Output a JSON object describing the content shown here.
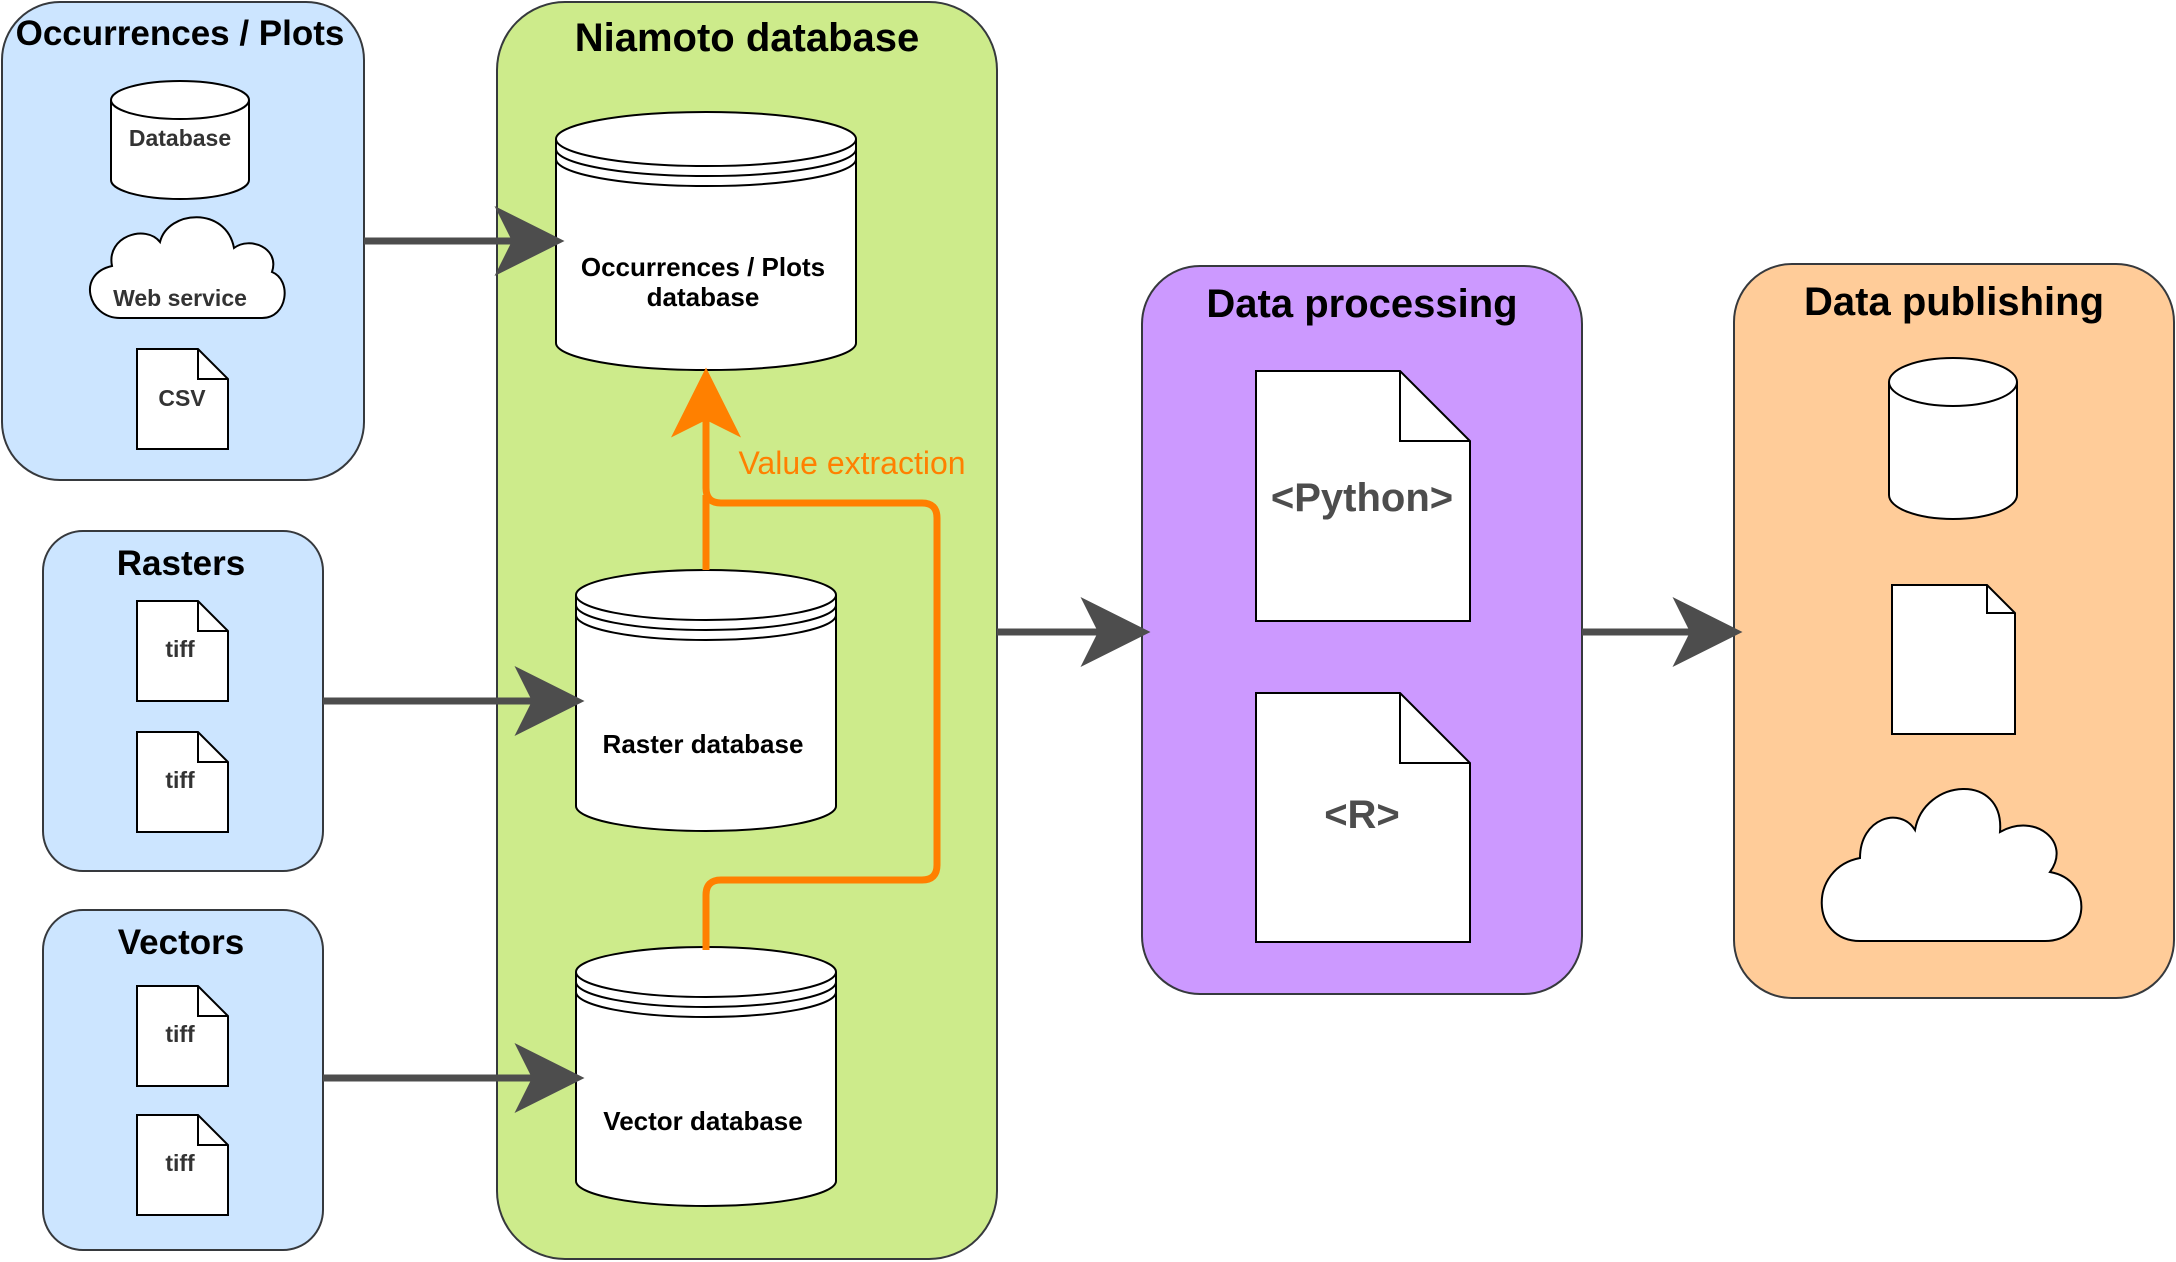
{
  "groups": {
    "occurrences": {
      "title": "Occurrences / Plots",
      "items": {
        "database": "Database",
        "web_service": "Web service",
        "csv": "CSV"
      }
    },
    "rasters": {
      "title": "Rasters",
      "files": [
        "tiff",
        "tiff"
      ]
    },
    "vectors": {
      "title": "Vectors",
      "files": [
        "tiff",
        "tiff"
      ]
    },
    "niamoto": {
      "title": "Niamoto database",
      "occ_db": [
        "Occurrences / Plots",
        "database"
      ],
      "raster_db": "Raster database",
      "vector_db": "Vector database",
      "value_extraction": "Value extraction"
    },
    "processing": {
      "title": "Data processing",
      "python": "<Python>",
      "r": "<R>"
    },
    "publishing": {
      "title": "Data publishing"
    }
  },
  "colors": {
    "source_fill": "#cce5ff",
    "niamoto_fill": "#cdeb8b",
    "processing_fill": "#cc99ff",
    "publishing_fill": "#ffcc99",
    "arrow": "#4d4d4d",
    "extraction": "#ff8000"
  }
}
